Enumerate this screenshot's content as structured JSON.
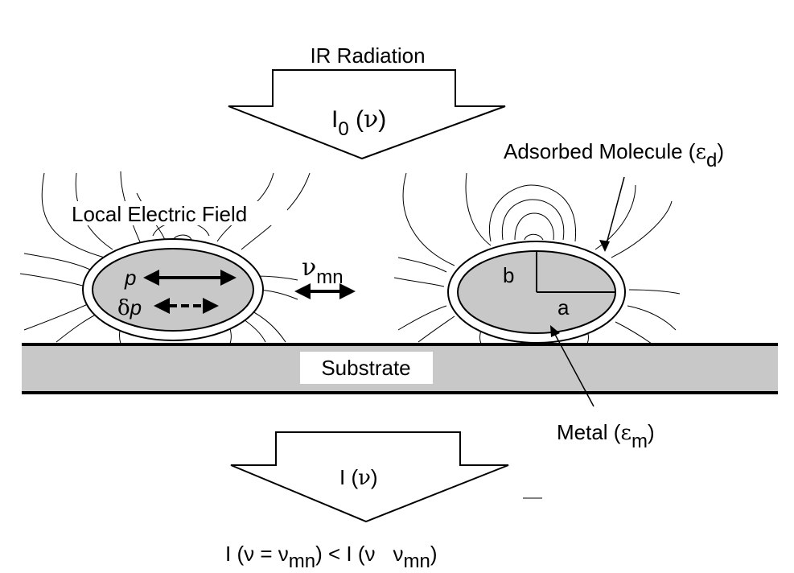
{
  "labels": {
    "ir_radiation": "IR Radiation",
    "incident_I": "I",
    "incident_sub": "0",
    "nu": "ν",
    "adsorbed_molecule": "Adsorbed Molecule (",
    "epsilon": "ε",
    "sub_d": "d",
    "close_paren": ")",
    "local_field": "Local Electric Field",
    "p": "p",
    "delta": "δ",
    "nu_mn_sub": "mn",
    "axis_b": "b",
    "axis_a": "a",
    "substrate": "Substrate",
    "metal": "Metal (",
    "sub_m": "m",
    "transmitted_I": "I (",
    "transmitted_close": ")",
    "relation_left": "I (ν = ν",
    "relation_mid": ") < I (ν",
    "relation_right": "ν"
  },
  "colors": {
    "particle_fill": "#c8c8c8",
    "substrate_fill": "#c8c8c8",
    "line": "#000000",
    "background": "#ffffff"
  }
}
